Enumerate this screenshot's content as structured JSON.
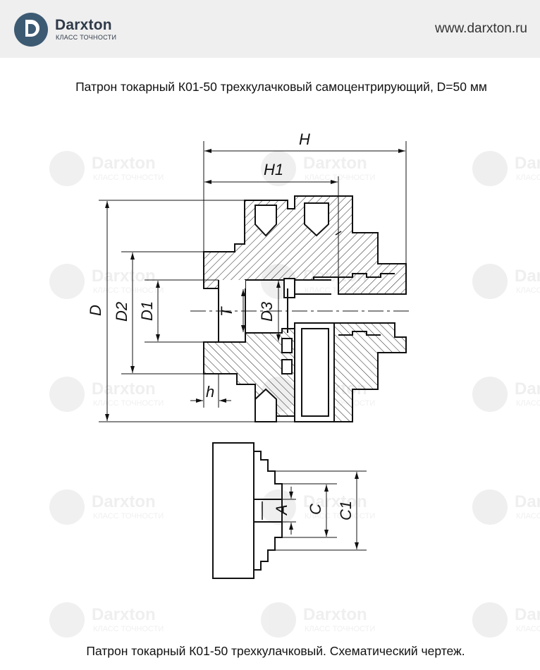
{
  "header": {
    "brand": "Darxton",
    "tagline": "КЛАСС ТОЧНОСТИ",
    "url": "www.darxton.ru",
    "accent_color": "#3d5a73",
    "logo_icon": "darxton-d-logo-icon"
  },
  "titles": {
    "top": "Патрон токарный К01-50 трехкулачковый самоцентрирующий, D=50 мм",
    "bottom": "Патрон токарный К01-50 трехкулачковый. Схематический чертеж."
  },
  "watermark": {
    "brand": "Darxton",
    "tagline": "КЛАСС ТОЧНОСТИ"
  },
  "dimensions": {
    "H": "H",
    "H1": "H1",
    "D": "D",
    "D2": "D2",
    "D1": "D1",
    "T": "T",
    "D3": "D3",
    "h": "h",
    "A": "A",
    "C": "C",
    "C1": "C1"
  }
}
